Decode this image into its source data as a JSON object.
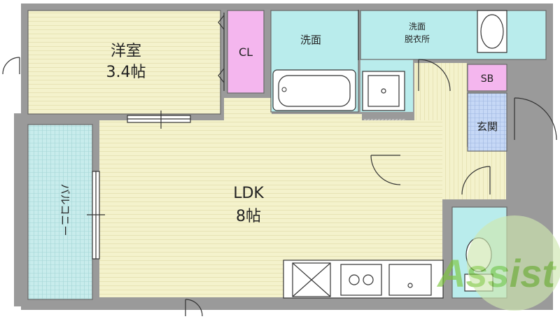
{
  "rooms": {
    "western": {
      "name": "洋室",
      "size": "3.4帖"
    },
    "ldk": {
      "name": "LDK",
      "size": "8帖"
    },
    "closet": {
      "label": "CL"
    },
    "washroom": {
      "label": "洗面"
    },
    "dressing": {
      "line1": "洗面",
      "line2": "脱衣所"
    },
    "shoe_box": {
      "label": "SB"
    },
    "entrance": {
      "label": "玄関"
    },
    "balcony": {
      "label": "バルコニー"
    }
  },
  "watermark": {
    "text": "Assist"
  },
  "colors": {
    "wood_floor": "#f4f2cc",
    "wet_area": "#b9ecec",
    "closet": "#f4b6ee",
    "shoe_box": "#f4b6ee",
    "entrance": "#c6d8f6",
    "balcony": "#c8ecec",
    "wall": "#8e8e8e",
    "watermark_green": "#7cc63c"
  }
}
